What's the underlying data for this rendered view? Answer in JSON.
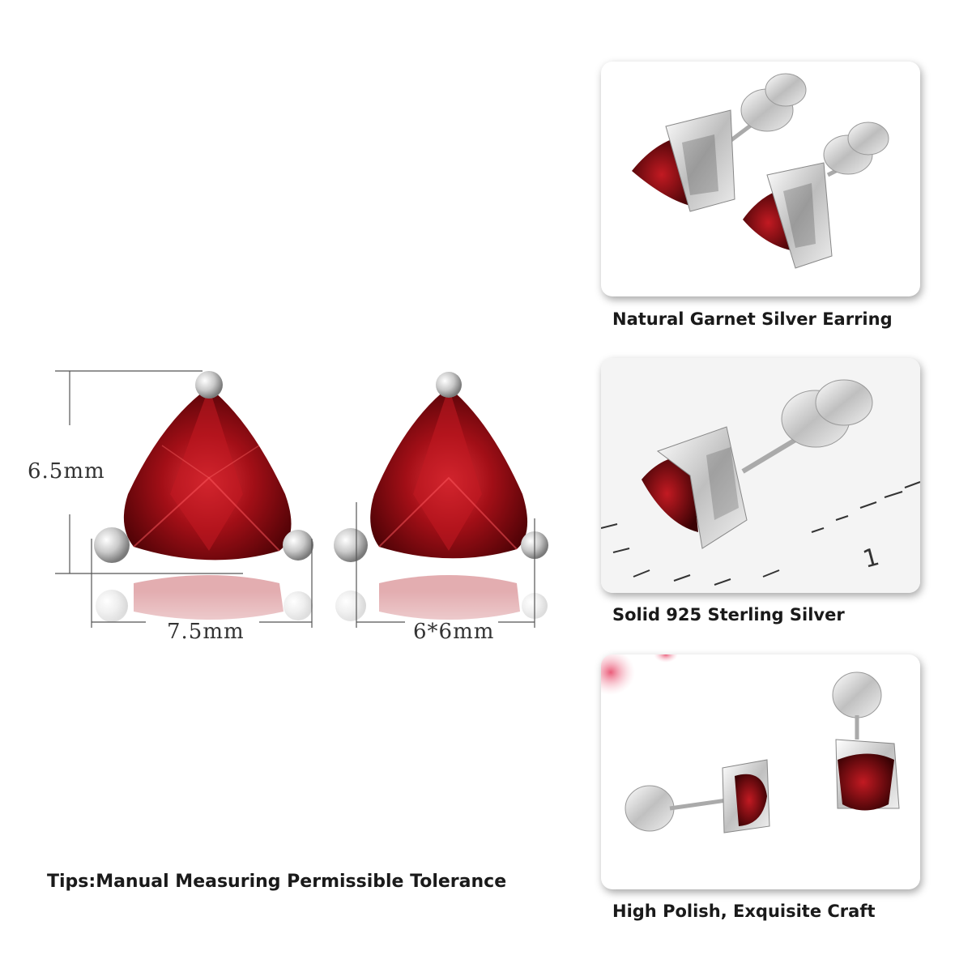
{
  "dimensions": {
    "height": "6.5mm",
    "width": "7.5mm",
    "stone_size": "6*6mm"
  },
  "tips": "Tips:Manual Measuring Permissible Tolerance",
  "panels": [
    {
      "caption": "Natural Garnet Silver Earring"
    },
    {
      "caption": "Solid 925 Sterling Silver",
      "ruler_number": "1"
    },
    {
      "caption": "High Polish, Exquisite Craft"
    }
  ],
  "colors": {
    "garnet": "#8b0a0f",
    "garnet_light": "#d3202a",
    "silver": "#d9d9d9"
  }
}
